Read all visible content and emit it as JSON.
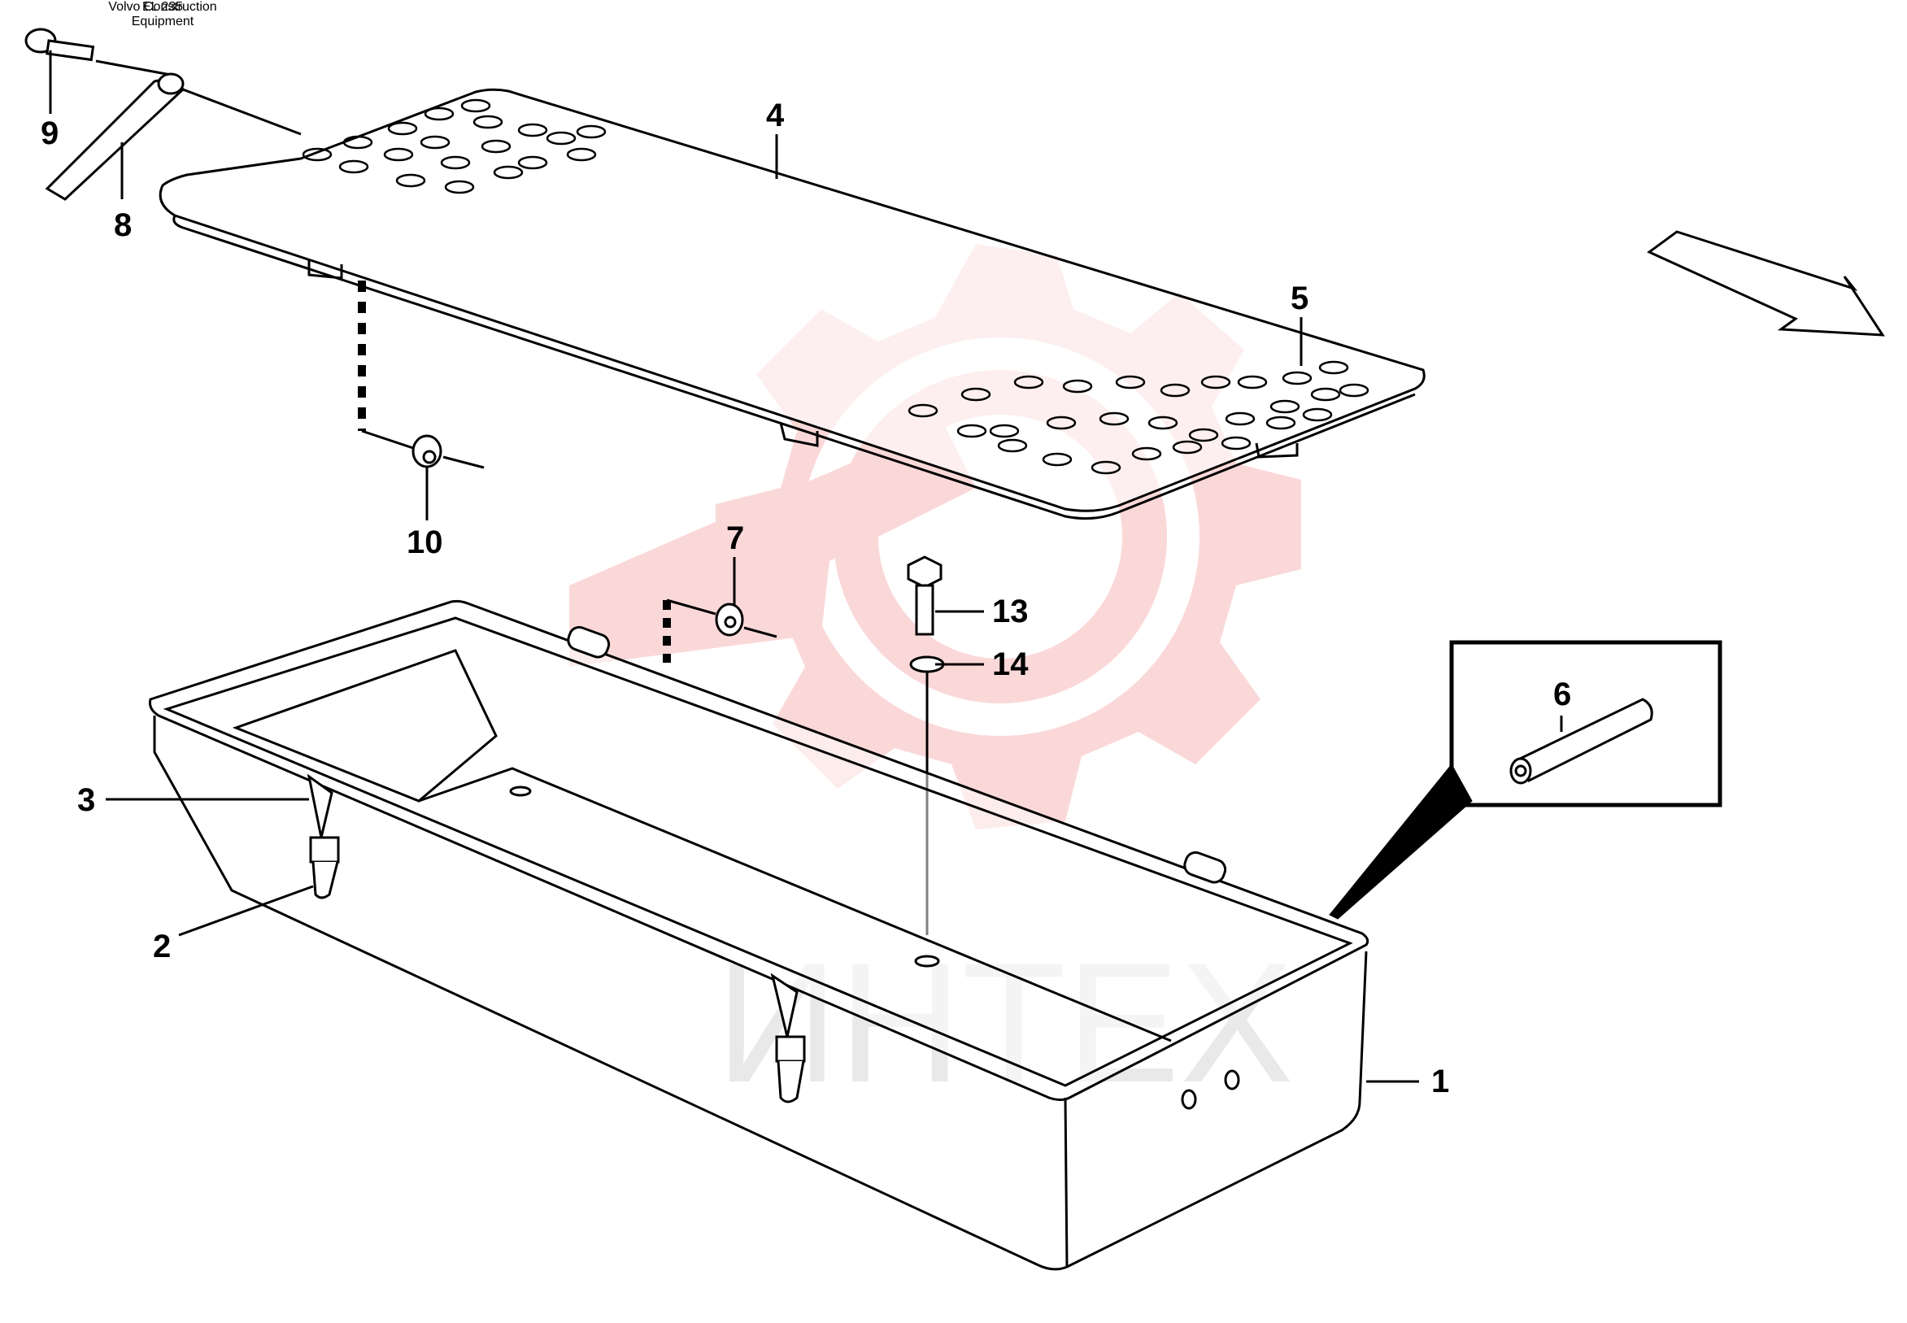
{
  "callouts": {
    "c1": "1",
    "c2": "2",
    "c3": "3",
    "c4": "4",
    "c5": "5",
    "c6": "6",
    "c7": "7",
    "c8": "8",
    "c9": "9",
    "c10": "10",
    "c13": "13",
    "c14": "14"
  },
  "watermark": {
    "text": "ИНТЕХ",
    "color": "#f7c4c4"
  },
  "footer": {
    "manufacturer_line1": "Volvo Construction",
    "manufacturer_line2": "Equipment",
    "drawing_code": "EL 235"
  },
  "icons": {
    "direction_arrow": "direction-arrow-icon"
  }
}
